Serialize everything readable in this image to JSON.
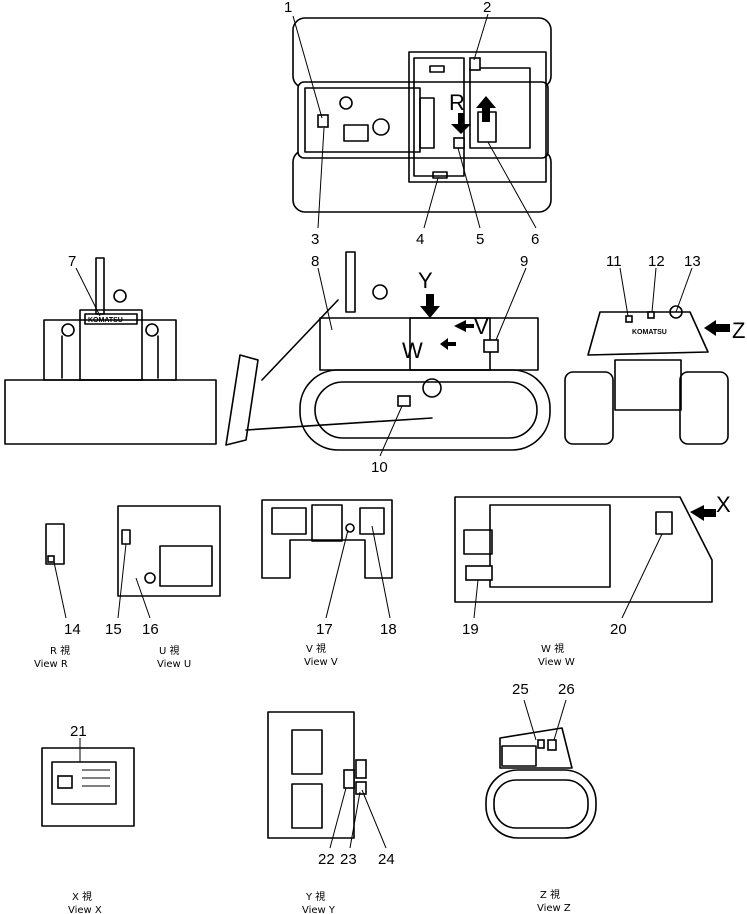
{
  "callouts": [
    "1",
    "2",
    "3",
    "4",
    "5",
    "6",
    "7",
    "8",
    "9",
    "10",
    "11",
    "12",
    "13",
    "14",
    "15",
    "16",
    "17",
    "18",
    "19",
    "20",
    "21",
    "22",
    "23",
    "24",
    "25",
    "26"
  ],
  "view_letters": {
    "r": "R",
    "y": "Y",
    "v": "V",
    "w": "W",
    "z": "Z",
    "x": "X"
  },
  "brand_text": "KOMATSU",
  "captions": [
    {
      "jp": "R 視",
      "en": "View R"
    },
    {
      "jp": "U 視",
      "en": "View U"
    },
    {
      "jp": "V 視",
      "en": "View V"
    },
    {
      "jp": "W 視",
      "en": "View W"
    },
    {
      "jp": "X 視",
      "en": "View X"
    },
    {
      "jp": "Y 視",
      "en": "View Y"
    },
    {
      "jp": "Z 視",
      "en": "View Z"
    }
  ]
}
